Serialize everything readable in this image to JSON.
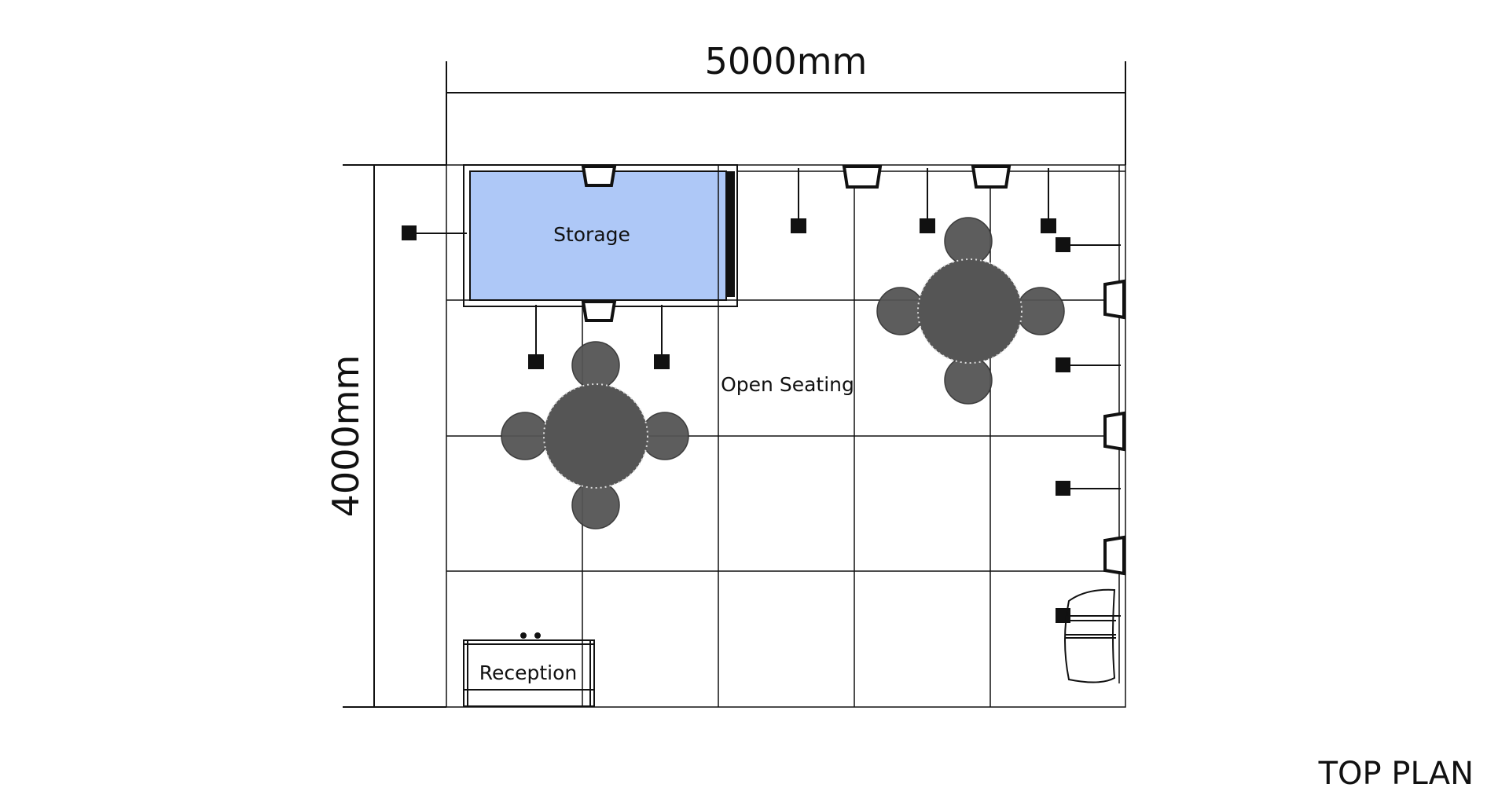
{
  "drawing": {
    "title": "TOP PLAN",
    "width_dimension": "5000mm",
    "depth_dimension": "4000mm"
  },
  "zones": {
    "storage": "Storage",
    "open_seating": "Open Seating",
    "reception": "Reception"
  },
  "colors": {
    "storage_fill": "#aec8f7",
    "furniture": "#555555",
    "line": "#111111"
  },
  "icons": {
    "spotlight": "spotlight-icon",
    "wall_speaker": "wall-speaker-icon",
    "round_table": "round-table-icon",
    "chair": "chair-icon",
    "armchair": "armchair-icon"
  }
}
